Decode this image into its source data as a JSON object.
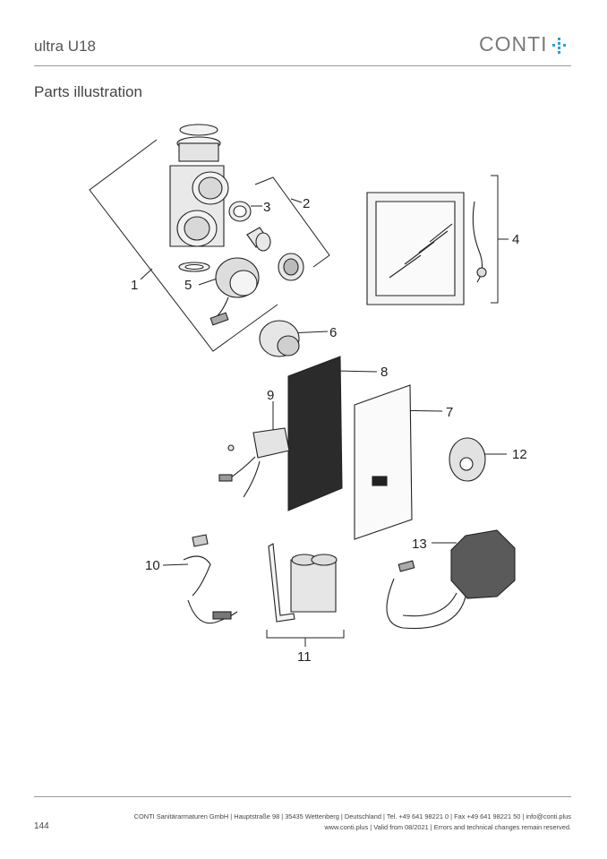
{
  "header": {
    "title": "ultra U18",
    "logo_text": "CONTI",
    "logo_accent_color": "#2a9fd8"
  },
  "section_title": "Parts illustration",
  "callouts": [
    "1",
    "2",
    "3",
    "4",
    "5",
    "6",
    "7",
    "8",
    "9",
    "10",
    "11",
    "12",
    "13"
  ],
  "footer": {
    "page_number": "144",
    "line1": "CONTI Sanitärarmaturen GmbH | Hauptstraße 98 | 35435 Wettenberg | Deutschland | Tel. +49 641 98221 0 | Fax +49 641 98221 50 | info@conti.plus",
    "line2": "www.conti.plus | Valid from 08/2021 | Errors and technical changes remain reserved."
  }
}
